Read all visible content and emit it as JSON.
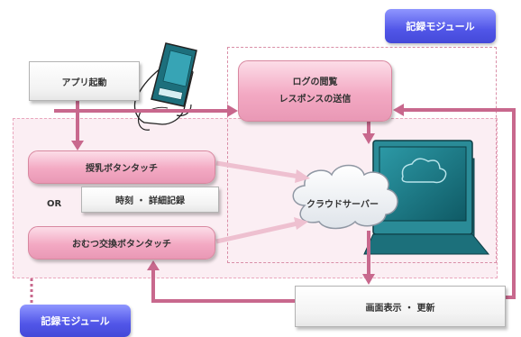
{
  "modules": {
    "top": "記録モジュール",
    "bottom": "記録モジュール"
  },
  "nodes": {
    "app_launch": "アプリ起動",
    "feeding_touch": "授乳ボタンタッチ",
    "or": "OR",
    "time_detail": "時刻 ・ 詳細記録",
    "diaper_touch": "おむつ交換ボタンタッチ",
    "log_view": "ログの閲覧",
    "response_send": "レスポンスの送信",
    "cloud_server": "クラウドサーバー",
    "screen_update": "画面表示 ・ 更新"
  },
  "colors": {
    "arrow": "#c8688d",
    "arrow_light": "#eec0d0",
    "box_pink": "#f3a9c3",
    "module_blue": "#5156e8",
    "region_pink": "#fbeef3",
    "monitor_teal": "#1d7a86"
  },
  "icons": {
    "hand_phone": "hand-holding-phone-icon",
    "cloud": "cloud-icon",
    "server": "server-monitor-icon"
  }
}
